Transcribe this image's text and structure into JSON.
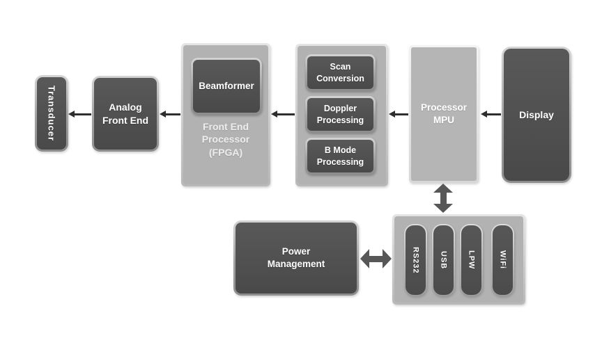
{
  "palette": {
    "dark_block": "#4f4f4f",
    "light_container": "#b2b2b2",
    "ring_light_gray": "#d4d4d4",
    "ring_white": "#f3f3f3",
    "thin_arrow": "#2e2e2e",
    "thick_arrow": "#575757",
    "block_text": "#ffffff",
    "container_label_text": "#ededed",
    "background": "#ffffff"
  },
  "blocks": {
    "transducer": "Transducer",
    "analog_front_end": "Analog\nFront End",
    "beamformer": "Beamformer",
    "front_end_processor": "Front End\nProcessor\n(FPGA)",
    "scan_conversion": "Scan\nConversion",
    "doppler_processing": "Doppler\nProcessing",
    "b_mode_processing": "B Mode\nProcessing",
    "processor_mpu": "Processor\nMPU",
    "display": "Display",
    "power_management": "Power\nManagement"
  },
  "connectivity": {
    "ports": [
      "RS232",
      "USB",
      "LPW",
      "WiFi"
    ]
  }
}
